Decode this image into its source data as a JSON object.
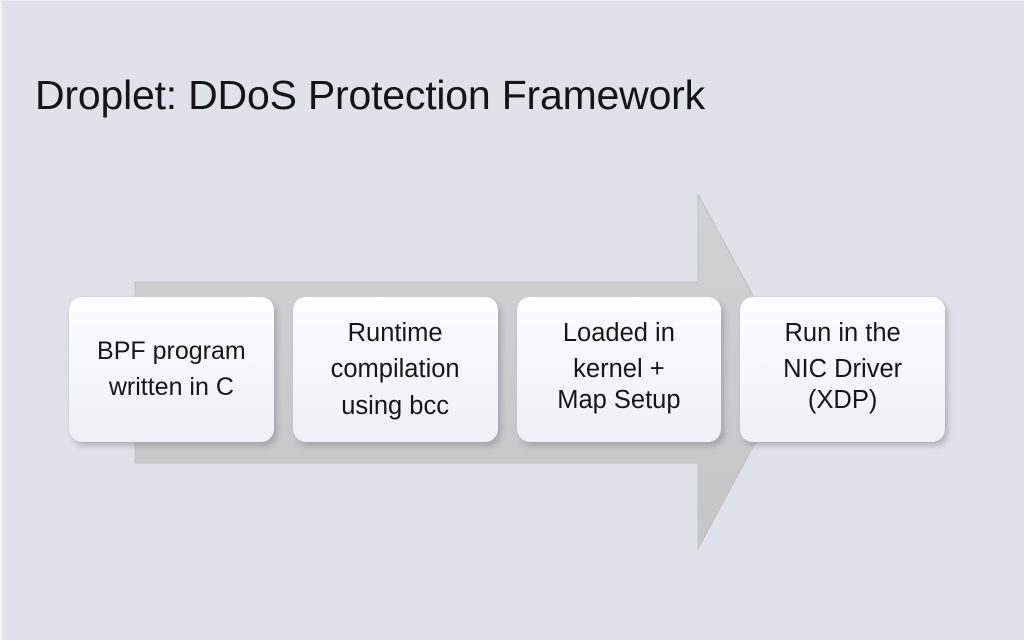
{
  "slide": {
    "title": "Droplet: DDoS Protection Framework",
    "background_color": "#dfe2ea",
    "title_color": "#151515"
  },
  "arrow": {
    "name": "right-block-arrow",
    "fill_color": "#cdcdcd",
    "direction": "right"
  },
  "stages": [
    {
      "id": "stage-1",
      "primary_text": "BPF program\nwritten in C",
      "secondary_text": ""
    },
    {
      "id": "stage-2",
      "primary_text": "Runtime\ncompilation\nusing bcc",
      "secondary_text": ""
    },
    {
      "id": "stage-3",
      "primary_text": "Loaded in\nkernel +",
      "secondary_text": "Map Setup"
    },
    {
      "id": "stage-4",
      "primary_text": "Run in the\nNIC Driver",
      "secondary_text": "(XDP)"
    }
  ]
}
